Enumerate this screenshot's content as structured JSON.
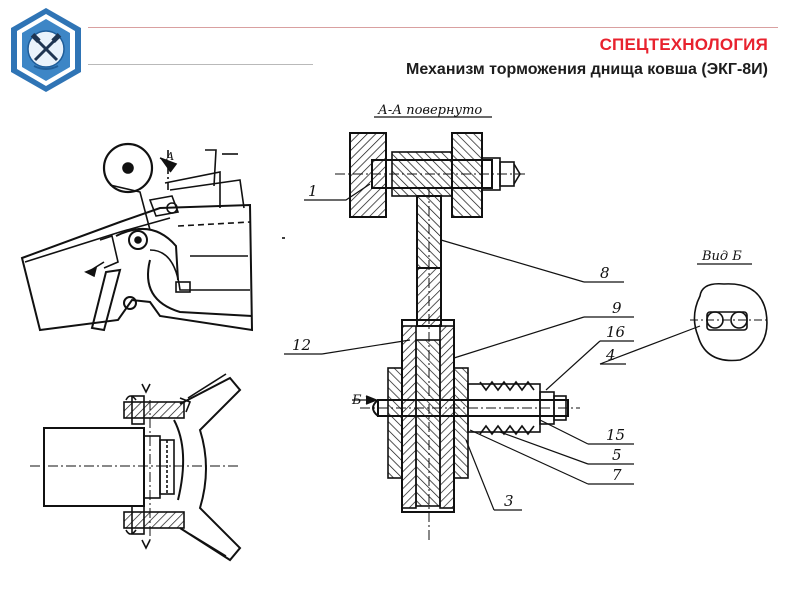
{
  "slide": {
    "heading": "СПЕЦТЕХНОЛОГИЯ",
    "title": "Механизм торможения днища ковша (ЭКГ-8И)",
    "heading_color": "#e8222e",
    "logo_icon": "mining-university-emblem-icon"
  },
  "drawing": {
    "section_label": "А-А повернуто",
    "view_label": "Вид Б",
    "arrow_label_b": "Б",
    "arrow_label_a": "А",
    "callouts": [
      "1",
      "8",
      "9",
      "12",
      "16",
      "4",
      "15",
      "5",
      "7",
      "3"
    ]
  }
}
